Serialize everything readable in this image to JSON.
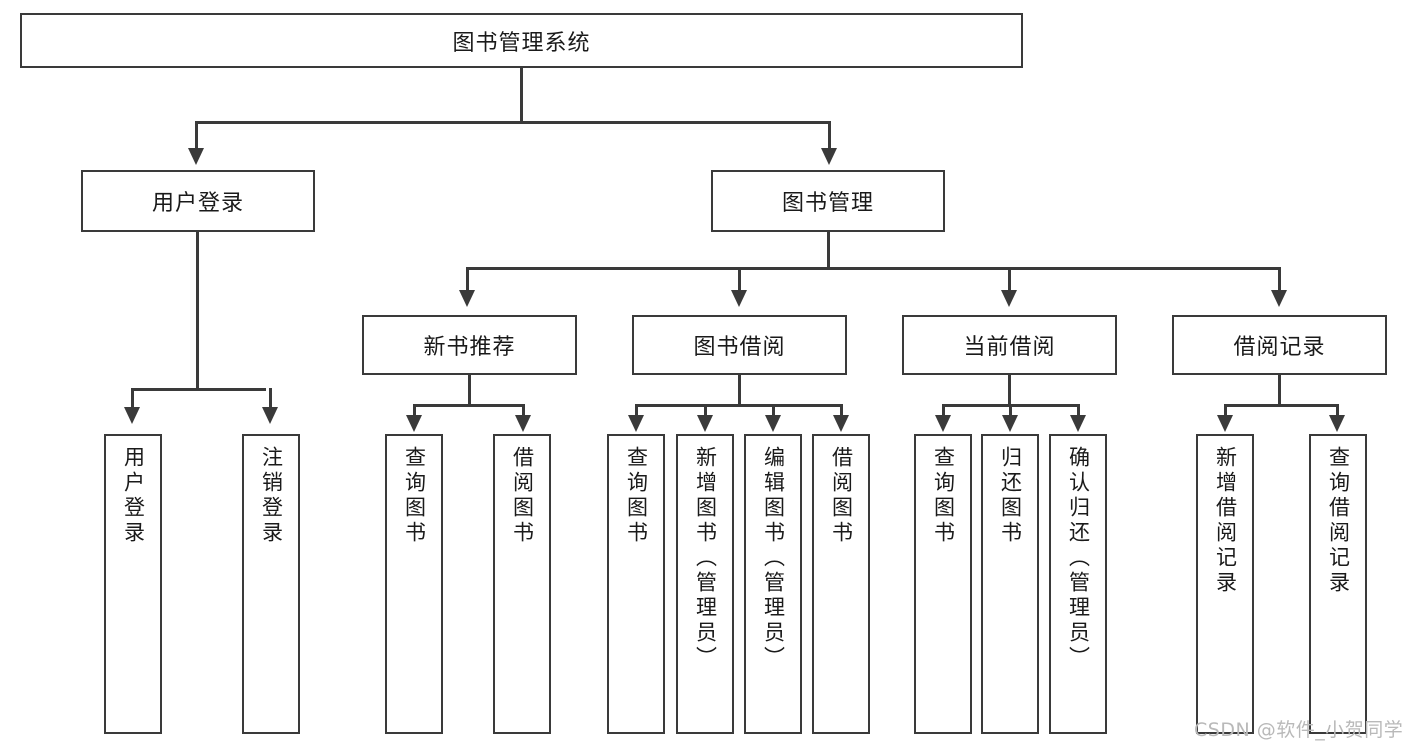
{
  "diagram": {
    "type": "tree",
    "title": "图书管理系统",
    "root": {
      "label": "图书管理系统",
      "children": [
        {
          "label": "用户登录",
          "children": [
            {
              "label": "用户登录"
            },
            {
              "label": "注销登录"
            }
          ]
        },
        {
          "label": "图书管理",
          "children": [
            {
              "label": "新书推荐",
              "children": [
                {
                  "label": "查询图书"
                },
                {
                  "label": "借阅图书"
                }
              ]
            },
            {
              "label": "图书借阅",
              "children": [
                {
                  "label": "查询图书"
                },
                {
                  "label": "新增图书（管理员）"
                },
                {
                  "label": "编辑图书（管理员）"
                },
                {
                  "label": "借阅图书"
                }
              ]
            },
            {
              "label": "当前借阅",
              "children": [
                {
                  "label": "查询图书"
                },
                {
                  "label": "归还图书"
                },
                {
                  "label": "确认归还（管理员）"
                }
              ]
            },
            {
              "label": "借阅记录",
              "children": [
                {
                  "label": "新增借阅记录"
                },
                {
                  "label": "查询借阅记录"
                }
              ]
            }
          ]
        }
      ]
    },
    "nodes": {
      "root": "图书管理系统",
      "l1_user_login": "用户登录",
      "l1_book_mgmt": "图书管理",
      "l2_new_book_rec": "新书推荐",
      "l2_book_borrow": "图书借阅",
      "l2_current_borrow": "当前借阅",
      "l2_borrow_record": "借阅记录",
      "leaf_user_login": "用户登录",
      "leaf_logout": "注销登录",
      "leaf_query_book_a": "查询图书",
      "leaf_borrow_book_a": "借阅图书",
      "leaf_query_book_b": "查询图书",
      "leaf_add_book": "新增图书（管理员）",
      "leaf_edit_book": "编辑图书（管理员）",
      "leaf_borrow_book_b": "借阅图书",
      "leaf_query_book_c": "查询图书",
      "leaf_return_book": "归还图书",
      "leaf_confirm_return": "确认归还（管理员）",
      "leaf_add_record": "新增借阅记录",
      "leaf_query_record": "查询借阅记录"
    }
  },
  "watermark": {
    "text": "CSDN @软件_小贺同学"
  },
  "colors": {
    "stroke": "#3a3a3a",
    "background": "#ffffff",
    "text": "#1a1a1a",
    "watermark": "#b9b9b9"
  }
}
